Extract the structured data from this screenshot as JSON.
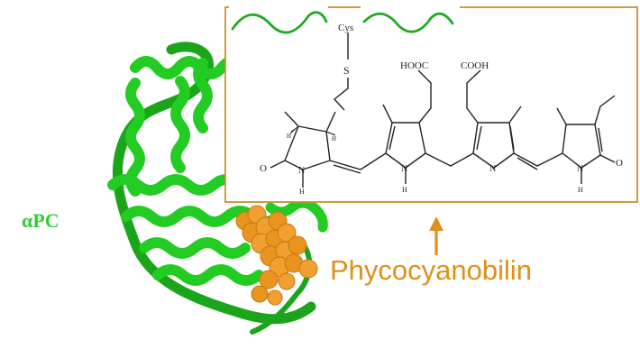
{
  "protein": {
    "label": "αPC",
    "color": "#33cc33"
  },
  "pigment": {
    "label": "Phycocyanobilin",
    "color": "#e0901a",
    "highlight_box_color": "#c8922e"
  },
  "structure": {
    "cys_label": "Cys",
    "sulfur_label": "S",
    "acid_left": "HOOC",
    "acid_right": "COOH",
    "oxygen": "O",
    "nitrogen": "N",
    "hydrogen": "H"
  }
}
